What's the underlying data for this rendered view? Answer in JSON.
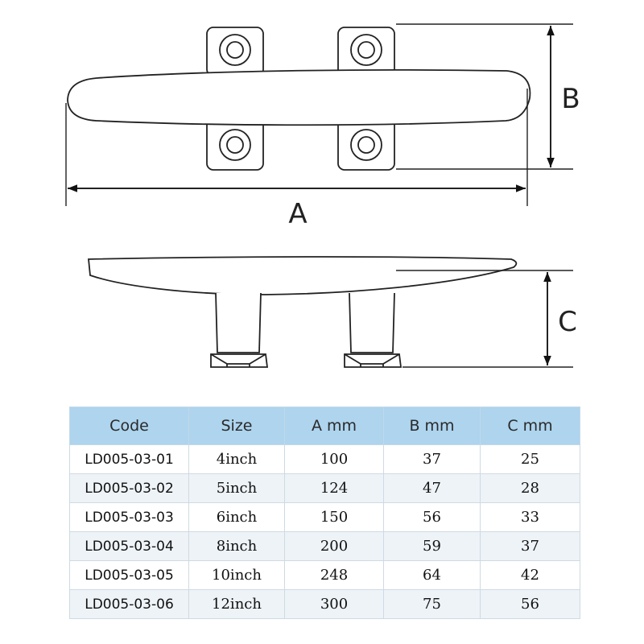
{
  "diagram": {
    "dimension_labels": {
      "a": "A",
      "b": "B",
      "c": "C"
    }
  },
  "table": {
    "headers": [
      "Code",
      "Size",
      "A mm",
      "B mm",
      "C mm"
    ],
    "rows": [
      [
        "LD005-03-01",
        "4inch",
        "100",
        "37",
        "25"
      ],
      [
        "LD005-03-02",
        "5inch",
        "124",
        "47",
        "28"
      ],
      [
        "LD005-03-03",
        "6inch",
        "150",
        "56",
        "33"
      ],
      [
        "LD005-03-04",
        "8inch",
        "200",
        "59",
        "37"
      ],
      [
        "LD005-03-05",
        "10inch",
        "248",
        "64",
        "42"
      ],
      [
        "LD005-03-06",
        "12inch",
        "300",
        "75",
        "56"
      ]
    ]
  }
}
